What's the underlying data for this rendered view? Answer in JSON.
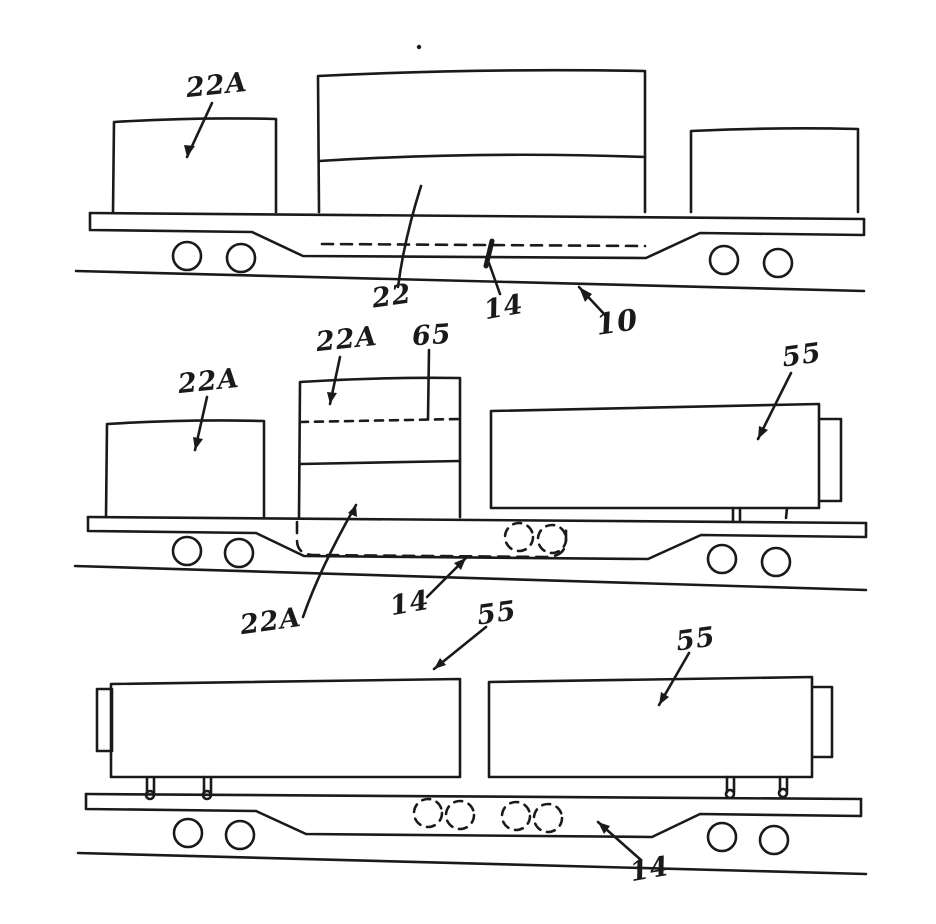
{
  "sheet": {
    "ink": "#1a1a1a",
    "background": "#ffffff"
  },
  "figures": {
    "top": {
      "labels": {
        "ref22a": "22A",
        "ref22": "22",
        "ref14": "14",
        "ref10": "10"
      }
    },
    "middle": {
      "labels": {
        "ref22a_top": "22A",
        "ref65": "65",
        "ref55": "55",
        "ref22a_left": "22A",
        "ref22a_bottom": "22A",
        "ref14": "14"
      }
    },
    "bottom": {
      "labels": {
        "ref55_left": "55",
        "ref55_right": "55",
        "ref14": "14"
      }
    }
  }
}
